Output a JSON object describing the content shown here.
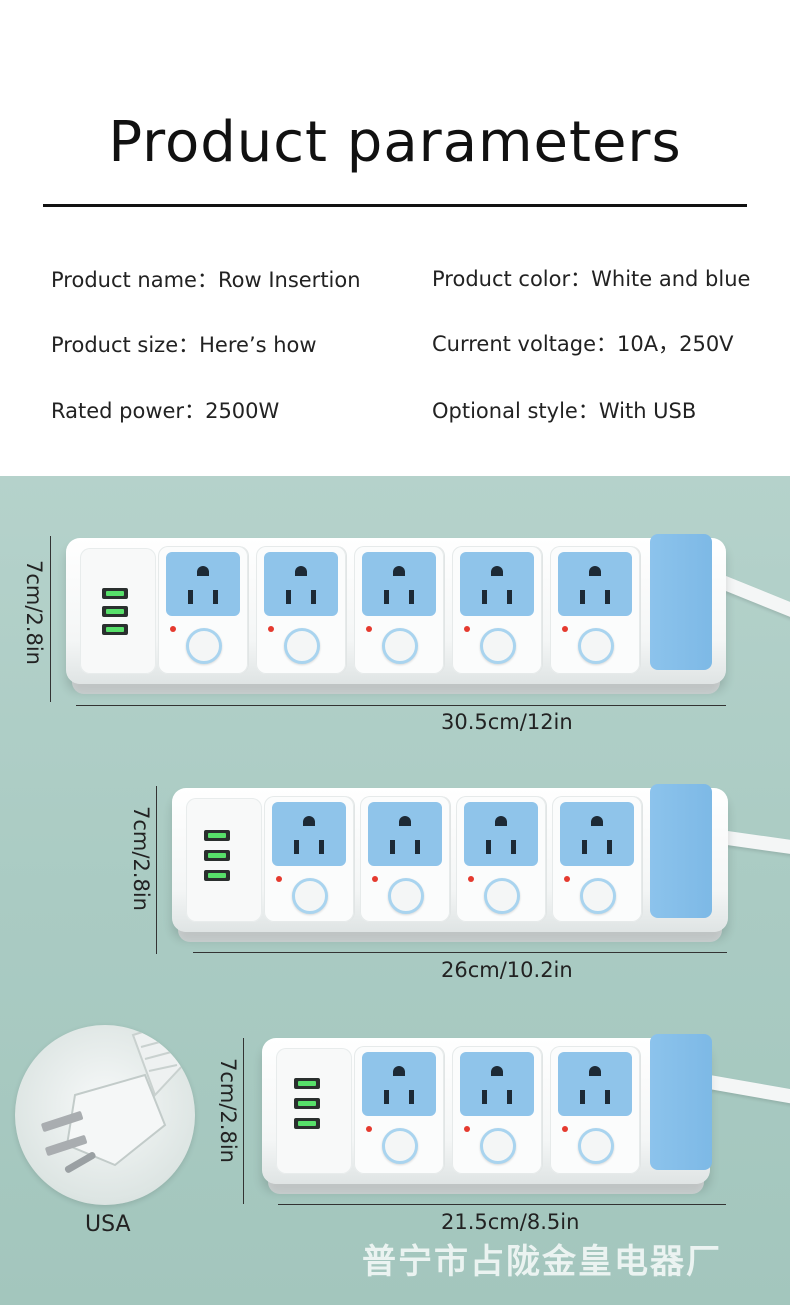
{
  "header": {
    "title": "Product parameters"
  },
  "params": [
    {
      "key": "Product name",
      "value": "Row Insertion"
    },
    {
      "key": "Product color",
      "value": "White and blue"
    },
    {
      "key": "Product size",
      "value": "Here’s how"
    },
    {
      "key": "Current voltage",
      "value": "10A，250V"
    },
    {
      "key": "Rated power",
      "value": "2500W"
    },
    {
      "key": "Optional style",
      "value": "With USB"
    }
  ],
  "products": [
    {
      "outlets": 5,
      "height_label": "7cm/2.8in",
      "length_label": "30.5cm/12in"
    },
    {
      "outlets": 4,
      "height_label": "7cm/2.8in",
      "length_label": "26cm/10.2in"
    },
    {
      "outlets": 3,
      "height_label": "7cm/2.8in",
      "length_label": "21.5cm/8.5in"
    }
  ],
  "plug": {
    "label": "USA"
  },
  "watermark": "普宁市占陇金皇电器厂",
  "colors": {
    "accent_blue": "#8fc4ea",
    "background_teal": "#aacbc3",
    "usb_green": "#57e06a",
    "indicator_red": "#e53a2f"
  }
}
